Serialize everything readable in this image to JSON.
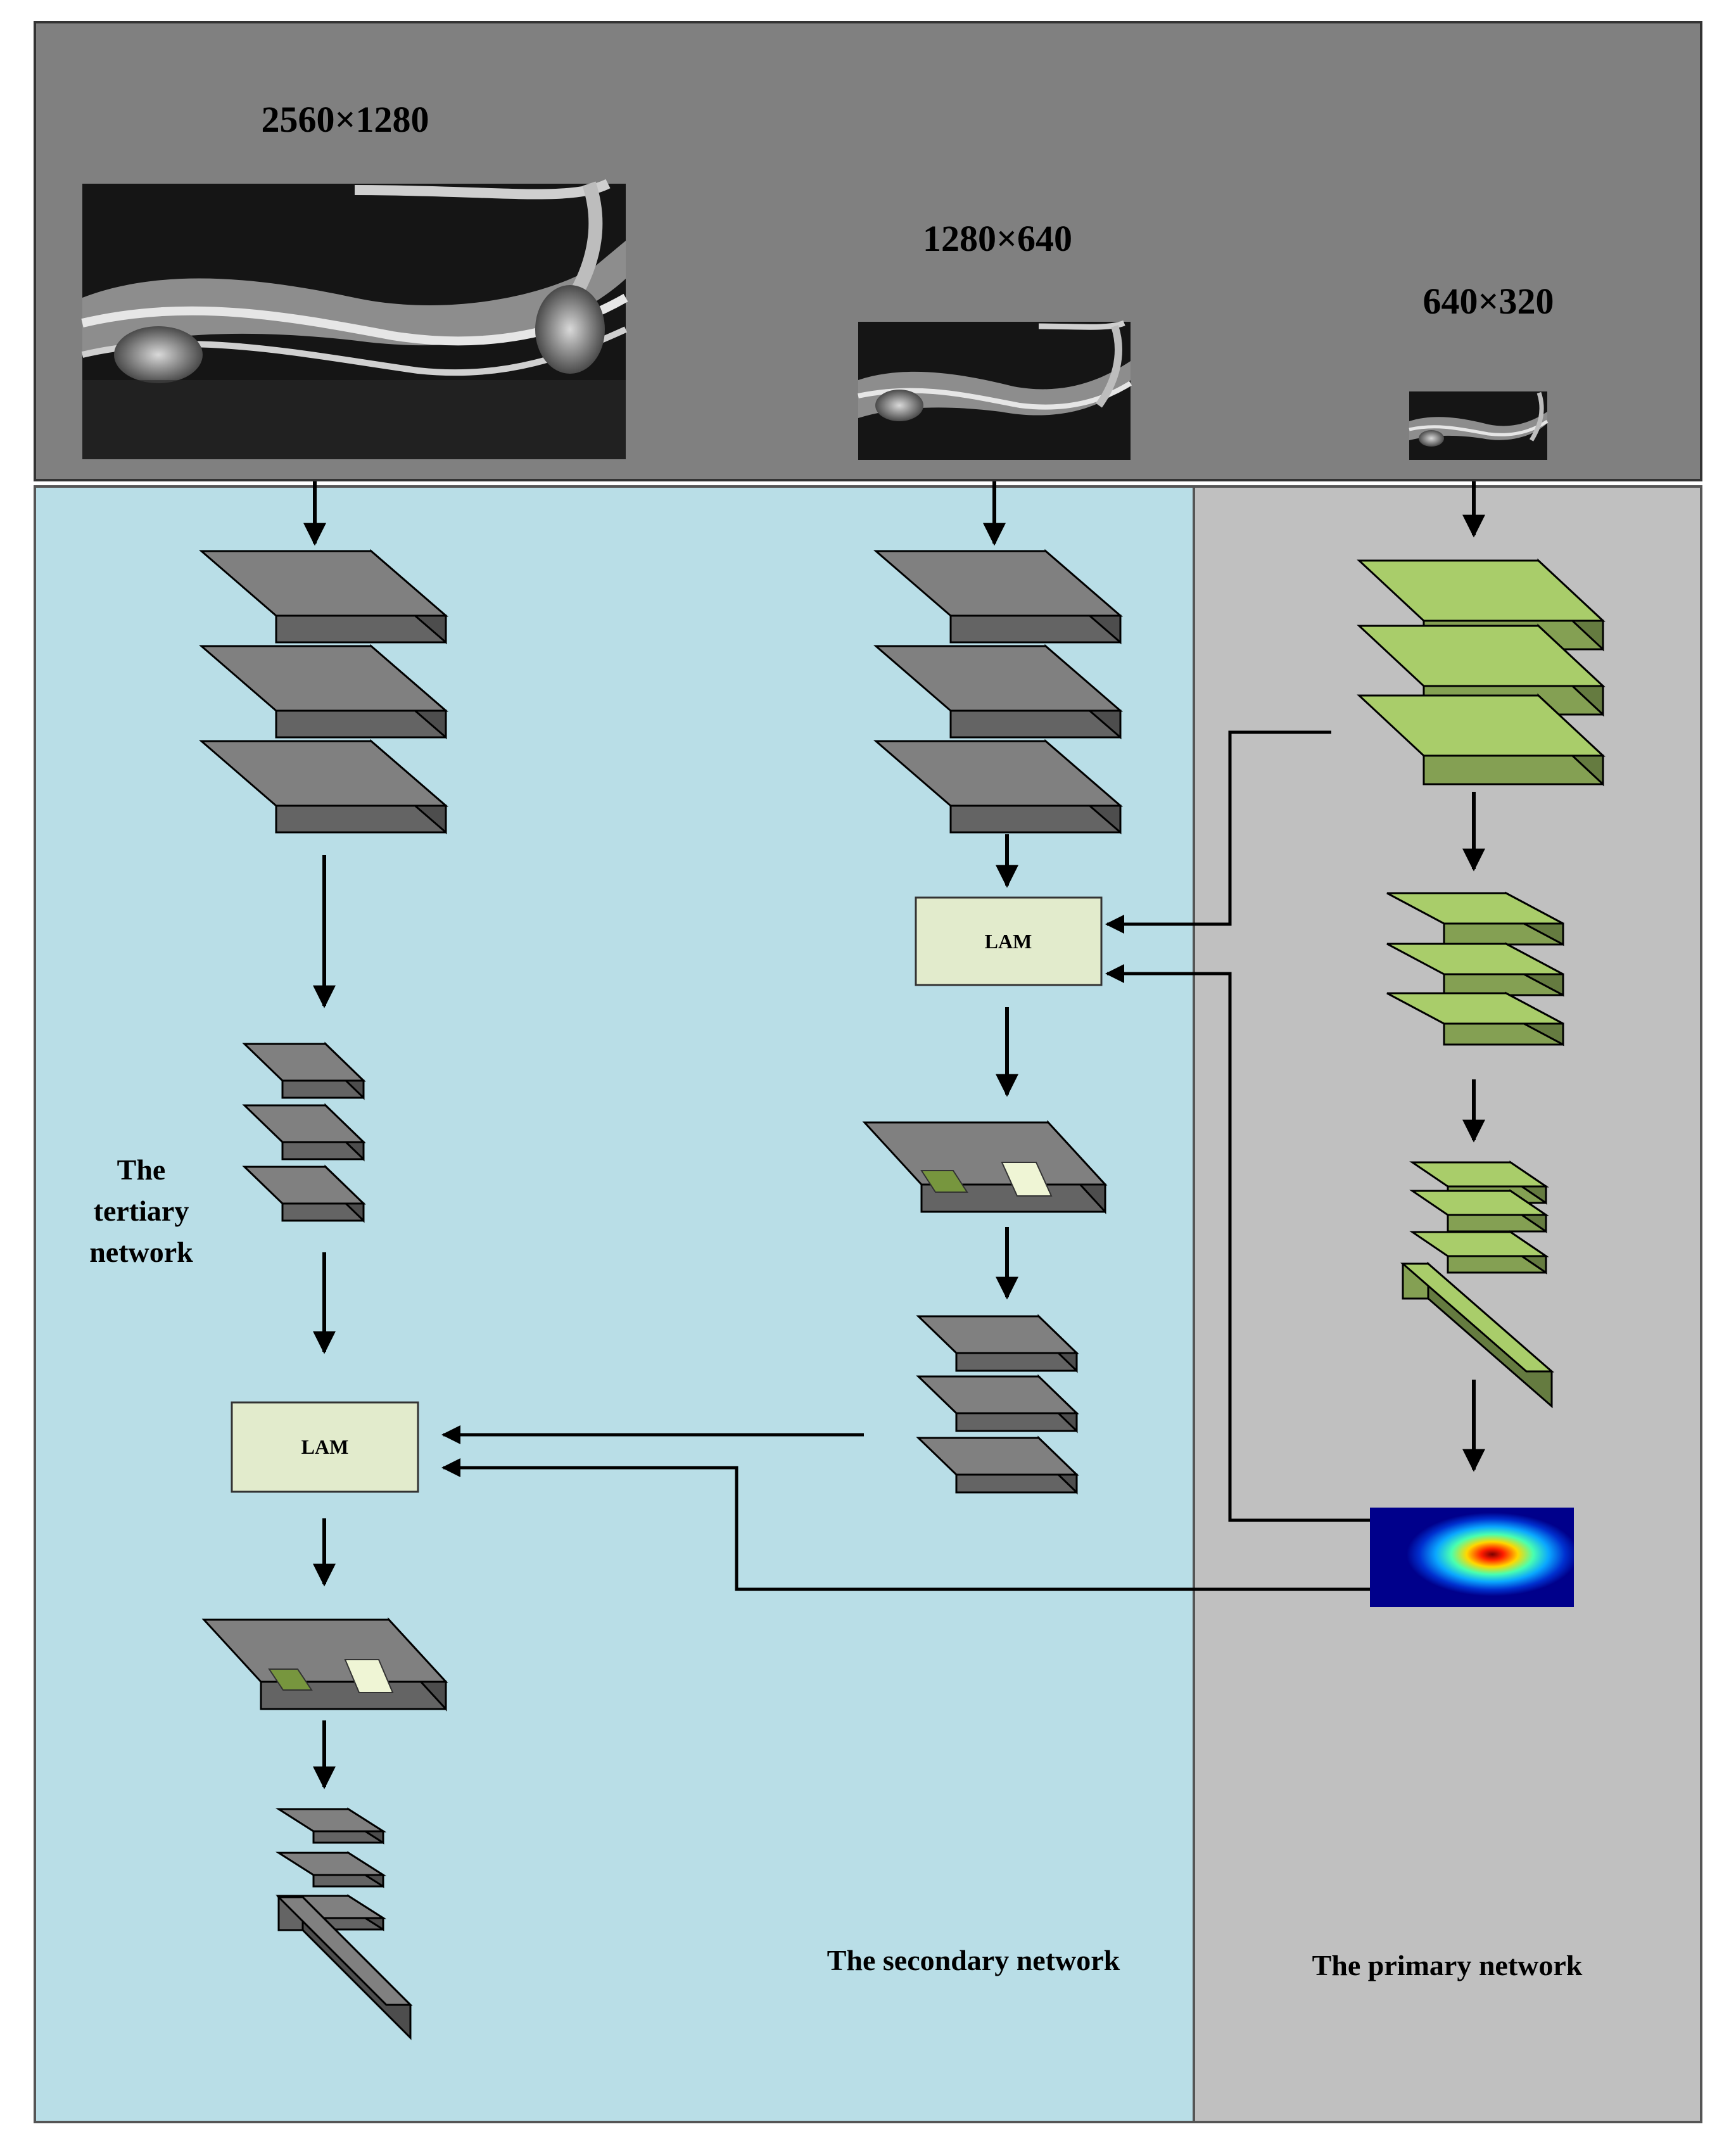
{
  "colors": {
    "top_bg": "#808080",
    "tertiary_bg": "#b9dee7",
    "primary_bg": "#c0c0c0",
    "layer_gray": "#808080",
    "layer_green": "#a9cd6a",
    "lam_fill": "#e2ebcc",
    "accent_green": "#77963e",
    "accent_light": "#eff5d5"
  },
  "resolutions": {
    "large": "2560×1280",
    "medium": "1280×640",
    "small": "640×320"
  },
  "modules": {
    "lam_secondary": "LAM",
    "lam_tertiary": "LAM"
  },
  "labels": {
    "tertiary": [
      "The",
      "tertiary",
      "network"
    ],
    "secondary": "The secondary network",
    "primary": "The primary network"
  },
  "icons": {
    "knee_mri": "knee-mri-image-icon",
    "heatmap": "attention-heatmap-icon"
  }
}
